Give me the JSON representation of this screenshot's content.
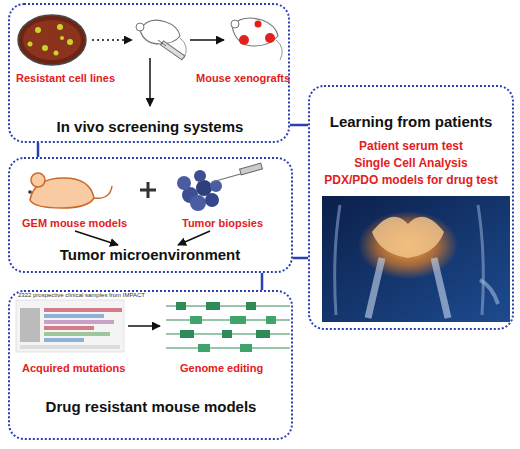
{
  "diagram": {
    "nodes": [
      {
        "text": [
          "Resistant cell lines",
          "Mouse xenografts",
          "In vivo screening systems"
        ]
      },
      {
        "text": [
          "Learning from patients",
          "Patient serum test",
          "Single Cell Analysis",
          "PDX/PDO models for drug test"
        ]
      },
      {
        "text": [
          "GEM mouse models",
          "Tumor biopsies",
          "Tumor microenvironment"
        ]
      },
      {
        "text": [
          "Acquired mutations",
          "Genome editing",
          "Drug resistant mouse models"
        ]
      }
    ],
    "edges": [
      {
        "from": 0,
        "to": 1,
        "arrow": "none"
      },
      {
        "from": 0,
        "to": 2,
        "arrow": "none"
      },
      {
        "from": 2,
        "to": 1,
        "arrow": "none"
      },
      {
        "from": 2,
        "to": 3,
        "arrow": "none"
      }
    ],
    "labels": [
      "2322 prospective clinical samples from IMPACT"
    ]
  }
}
